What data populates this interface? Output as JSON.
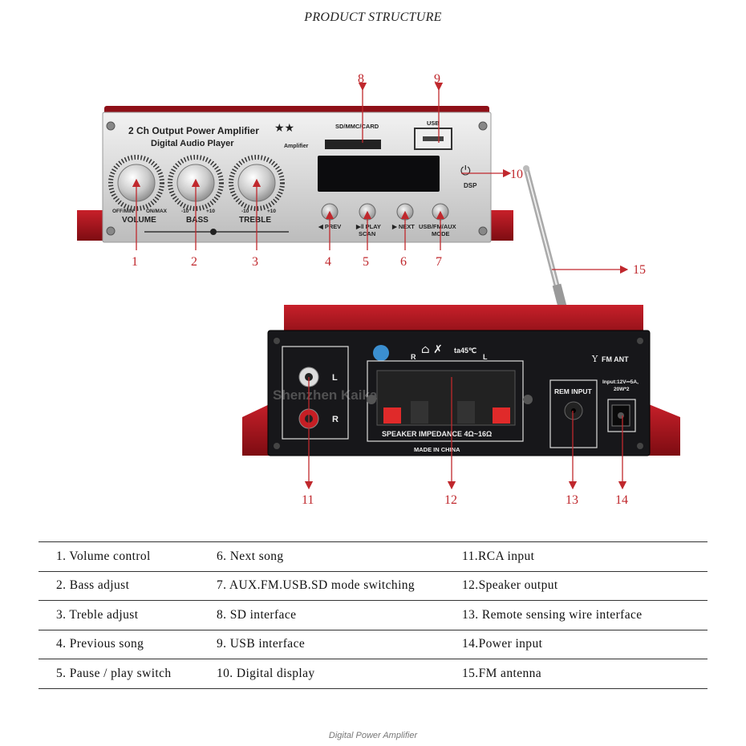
{
  "title": "PRODUCT STRUCTURE",
  "footer": "Digital Power Amplifier",
  "front_panel": {
    "heading": "2 Ch Output Power Amplifier",
    "subheading": "Digital Audio Player",
    "brand_mark": "Amplifier",
    "card_slot_label": "SD/MMC/CARD",
    "usb_label": "USB",
    "dsp_label": "DSP",
    "knobs": [
      {
        "label": "VOLUME",
        "min": "OFF/MIN",
        "max": "ON/MAX"
      },
      {
        "label": "BASS",
        "min": "-10",
        "max": "+10"
      },
      {
        "label": "TREBLE",
        "min": "-10",
        "max": "+10"
      }
    ],
    "buttons": [
      {
        "label": "◀ PREV",
        "sub": ""
      },
      {
        "label": "▶‖ PLAY",
        "sub": "SCAN"
      },
      {
        "label": "▶ NEXT",
        "sub": ""
      },
      {
        "label": "USB/FM/AUX",
        "sub": "MODE"
      }
    ]
  },
  "rear_panel": {
    "rca_left": "L",
    "rca_right": "R",
    "speaker_r": "R",
    "speaker_l": "L",
    "temp": "ta45℃",
    "speaker_label": "SPEAKER  IMPEDANCE   4Ω~16Ω",
    "made_in": "MADE IN CHINA",
    "rem_label": "REM INPUT",
    "power_label_1": "Input:12V⎓5A,",
    "power_label_2": "20W*2",
    "fm_label": "FM ANT",
    "watermark": "Shenzhen Kaikai Technology Co.,Ltd"
  },
  "callouts": [
    "1",
    "2",
    "3",
    "4",
    "5",
    "6",
    "7",
    "8",
    "9",
    "10",
    "11",
    "12",
    "13",
    "14",
    "15"
  ],
  "legend": [
    [
      "1. Volume control",
      "6. Next  song",
      "11.RCA input"
    ],
    [
      "2. Bass adjust",
      "7. AUX.FM.USB.SD mode switching",
      "12.Speaker output"
    ],
    [
      "3. Treble adjust",
      "8. SD  interface",
      "13. Remote sensing wire interface"
    ],
    [
      "4. Previous  song",
      "9. USB  interface",
      "14.Power input"
    ],
    [
      "5. Pause / play switch",
      "10. Digital display",
      "15.FM antenna"
    ]
  ],
  "colors": {
    "callout": "#c0282d",
    "chassis": "#a8141c",
    "panel": "#d9d9d9"
  }
}
